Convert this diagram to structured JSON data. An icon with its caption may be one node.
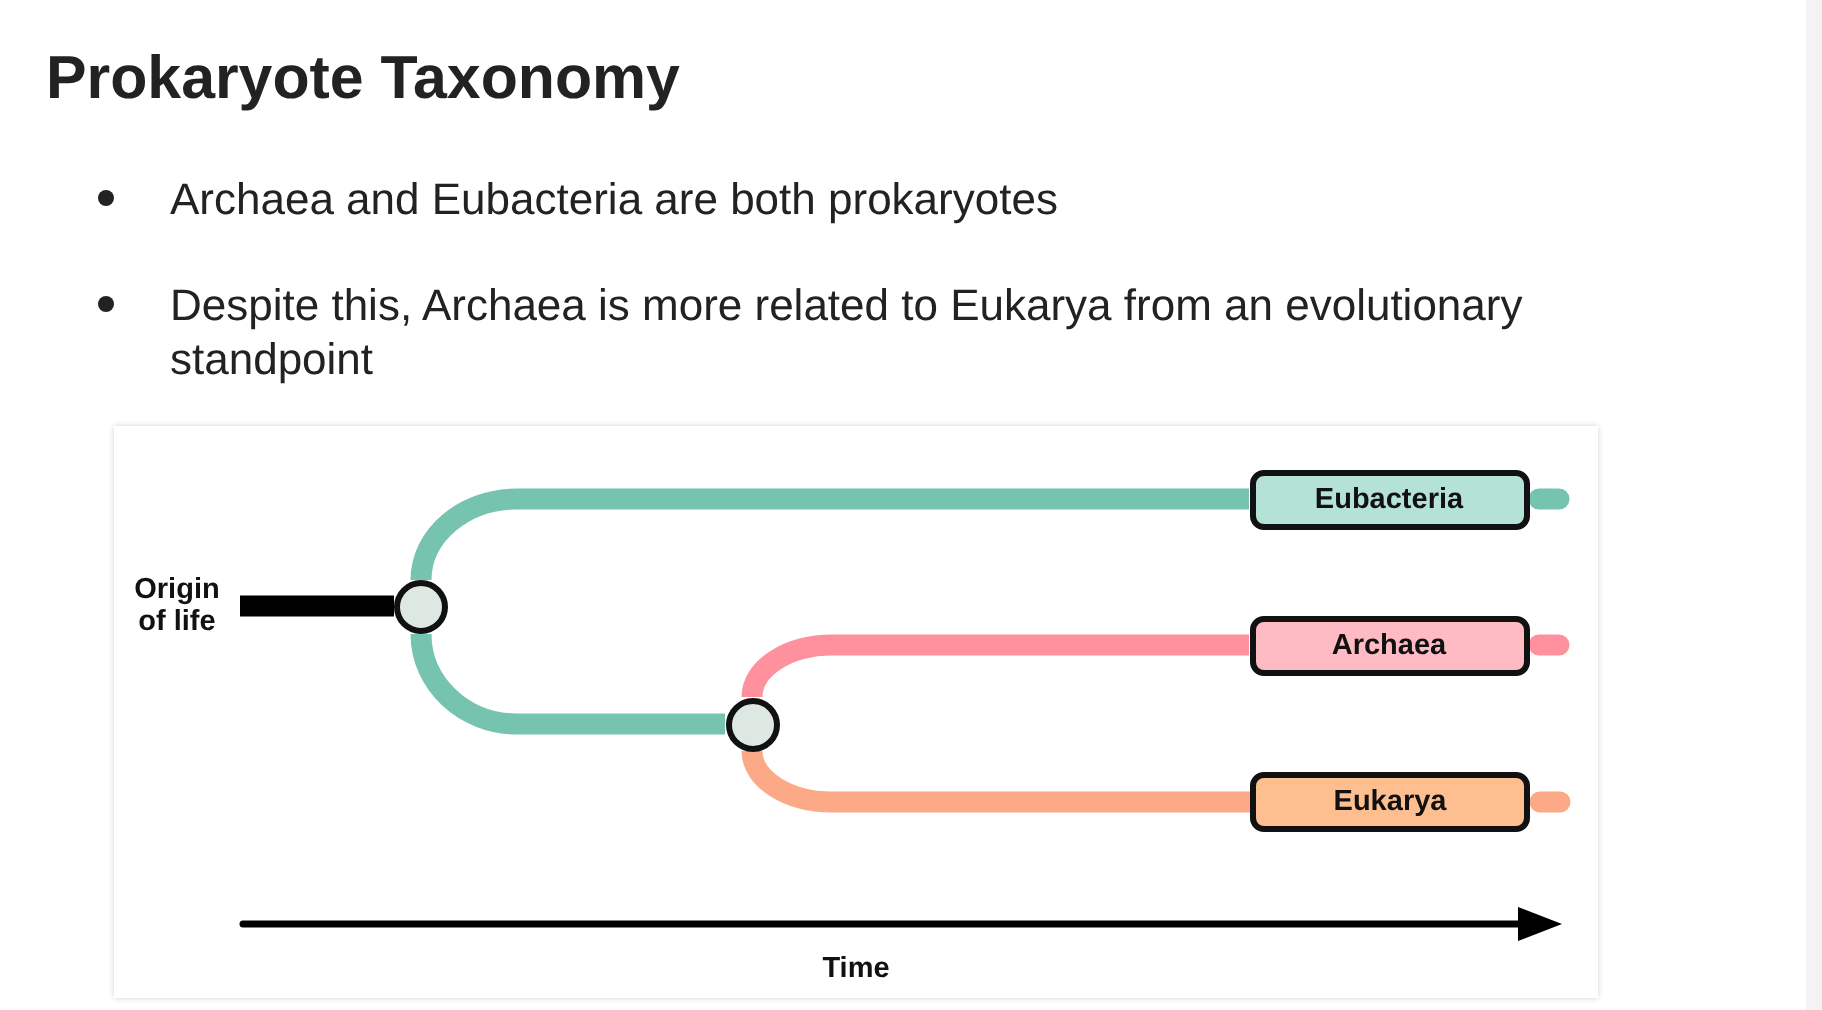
{
  "diagram": {
    "title": "Prokaryote Taxonomy",
    "nodes": [
      {
        "text": [
          "Origin of life"
        ]
      },
      {
        "text": [],
        "shape": "circle"
      },
      {
        "text": [],
        "shape": "circle"
      },
      {
        "text": [
          "Eubacteria"
        ]
      },
      {
        "text": [
          "Archaea"
        ]
      },
      {
        "text": [
          "Eukarya"
        ]
      }
    ],
    "edges": [
      {
        "from": 0,
        "to": 1,
        "arrow": "none",
        "color": "#000000"
      },
      {
        "from": 1,
        "to": 3,
        "arrow": "none",
        "color": "#76c3b0"
      },
      {
        "from": 1,
        "to": 2,
        "arrow": "none",
        "color": "#76c3b0"
      },
      {
        "from": 2,
        "to": 4,
        "arrow": "none",
        "color": "#fe919d"
      },
      {
        "from": 2,
        "to": 5,
        "arrow": "none",
        "color": "#fca987"
      }
    ],
    "labels": [
      "Archaea and Eubacteria are both prokaryotes",
      "Despite this, Archaea is more related to Eukarya from an evolutionary standpoint",
      "Time"
    ]
  }
}
